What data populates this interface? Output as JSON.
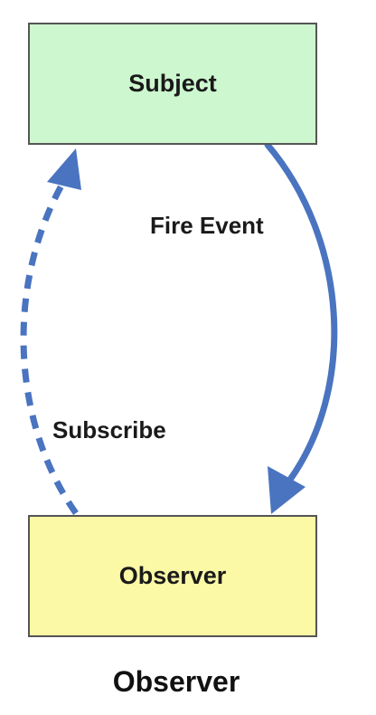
{
  "diagram": {
    "nodes": {
      "subject": {
        "label": "Subject",
        "fill": "#cdf7cf"
      },
      "observer": {
        "label": "Observer",
        "fill": "#fbf8a6"
      }
    },
    "edges": {
      "fire_event": {
        "label": "Fire Event",
        "from": "subject",
        "to": "observer",
        "style": "solid"
      },
      "subscribe": {
        "label": "Subscribe",
        "from": "observer",
        "to": "subject",
        "style": "dashed"
      }
    },
    "edge_color": "#4a74c0",
    "caption": "Observer"
  }
}
